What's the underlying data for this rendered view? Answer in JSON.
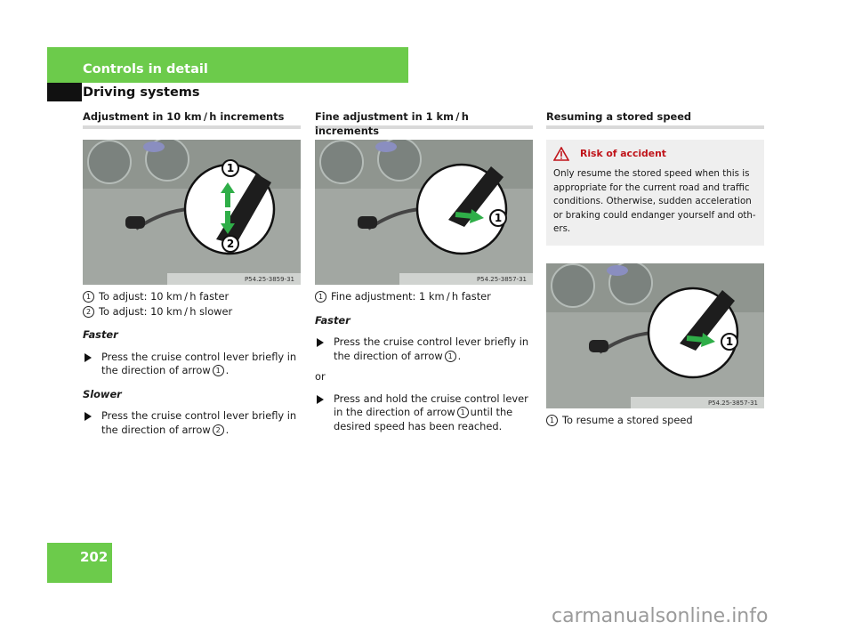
{
  "header": {
    "section": "Controls in detail",
    "subsection": "Driving systems"
  },
  "page_number": "202",
  "columns": [
    {
      "heading": "Adjustment in 10 km / h increments",
      "figure_code": "P54.25-3859-31",
      "legend": [
        {
          "num": "1",
          "text": "To adjust: 10 km / h faster"
        },
        {
          "num": "2",
          "text": "To adjust: 10 km / h slower"
        }
      ],
      "sections": [
        {
          "title": "Faster",
          "bullet_pre": "Press the cruise control lever briefly in the direction of arrow",
          "ref": "1",
          "bullet_post": "."
        },
        {
          "title": "Slower",
          "bullet_pre": "Press the cruise control lever briefly in the direction of arrow",
          "ref": "2",
          "bullet_post": "."
        }
      ]
    },
    {
      "heading": "Fine adjustment in 1 km / h increments",
      "figure_code": "P54.25-3857-31",
      "legend": [
        {
          "num": "1",
          "text": "Fine adjustment: 1 km / h faster"
        }
      ],
      "subtitle": "Faster",
      "bullet1_pre": "Press the cruise control lever briefly in the direction of arrow",
      "bullet1_ref": "1",
      "bullet1_post": ".",
      "or": "or",
      "bullet2_pre": "Press and hold the cruise control lever in the direction of arrow",
      "bullet2_ref": "1",
      "bullet2_post": "until the desired speed has been reached."
    },
    {
      "heading": "Resuming a stored speed",
      "warning_title": "Risk of accident",
      "warning_text": "Only resume the stored speed when this is appropriate for the current road and traffic conditions. Otherwise, sudden acceleration or braking could endanger yourself and oth-ers.",
      "figure_code": "P54.25-3857-31",
      "legend": [
        {
          "num": "1",
          "text": "To resume a stored speed"
        }
      ]
    }
  ],
  "watermark": "carmanualsonline.info",
  "colors": {
    "green": "#6ccb4b",
    "warning_red": "#c0151b",
    "arrow_green": "#2fae48"
  }
}
